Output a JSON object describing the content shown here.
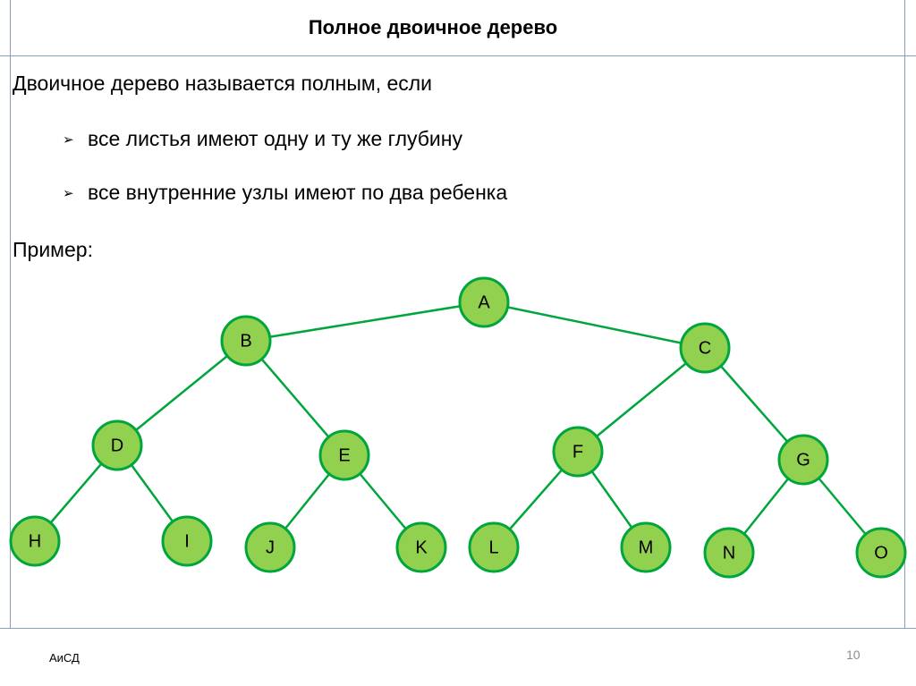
{
  "slide": {
    "title": "Полное двоичное дерево",
    "intro": "Двоичное дерево называется полным, если",
    "bullets": [
      "все листья имеют одну и ту же глубину",
      "все внутренние узлы имеют по два ребенка"
    ],
    "bullet_marker": "➢",
    "example_label": "Пример:",
    "footer": "АиСД",
    "page_number": "10"
  },
  "tree": {
    "nodes": [
      "A",
      "B",
      "C",
      "D",
      "E",
      "F",
      "G",
      "H",
      "I",
      "J",
      "K",
      "L",
      "M",
      "N",
      "O"
    ],
    "edges": [
      [
        "A",
        "B"
      ],
      [
        "A",
        "C"
      ],
      [
        "B",
        "D"
      ],
      [
        "B",
        "E"
      ],
      [
        "C",
        "F"
      ],
      [
        "C",
        "G"
      ],
      [
        "D",
        "H"
      ],
      [
        "D",
        "I"
      ],
      [
        "E",
        "J"
      ],
      [
        "E",
        "K"
      ],
      [
        "F",
        "L"
      ],
      [
        "F",
        "M"
      ],
      [
        "G",
        "N"
      ],
      [
        "G",
        "O"
      ]
    ],
    "colors": {
      "node_fill": "#92d050",
      "node_stroke": "#00a63c",
      "edge": "#00a63c"
    }
  }
}
